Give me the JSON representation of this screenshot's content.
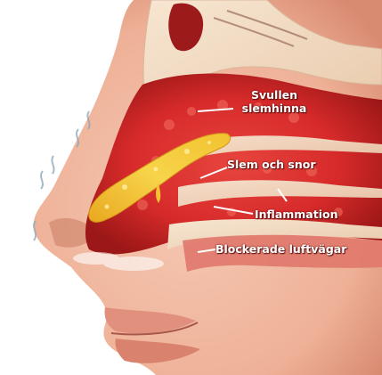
{
  "labels": {
    "swollen_line1": "Svullen",
    "swollen_line2": "slemhinna",
    "mucus": "Slem och snor",
    "inflammation": "Inflammation",
    "blocked": "Blockerade luftvägar"
  },
  "colors": {
    "skin": "#f2b8a0",
    "skin_shadow": "#d98b72",
    "mucosa": "#d62a2a",
    "mucosa_dark": "#8e1414",
    "mucus": "#f2c230",
    "bone": "#f3dfc8",
    "airway": "#e37f73"
  },
  "icons": [
    "breath-wave-icon",
    "airflow-mist-icon"
  ]
}
